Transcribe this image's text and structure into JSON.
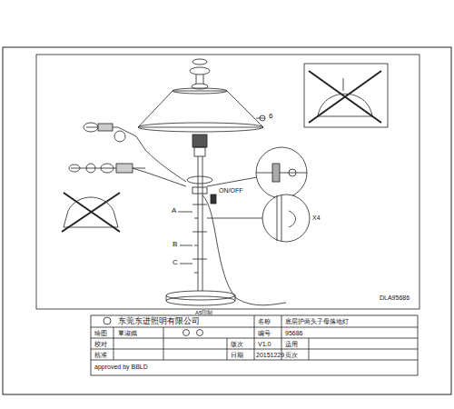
{
  "diagram": {
    "labels": [
      "6",
      "ON/OFF",
      "A",
      "B",
      "C",
      "X4",
      "DLA95686",
      "A5印制",
      "东莞东进照明有限公司",
      "名称",
      "底层护两头子母落地灯",
      "绘图",
      "覃淑娥",
      "编号",
      "95686",
      "校对",
      "版次",
      "V1.0",
      "适用",
      "核准",
      "日期",
      "20151229",
      "页次",
      "approved by BBLD"
    ]
  }
}
